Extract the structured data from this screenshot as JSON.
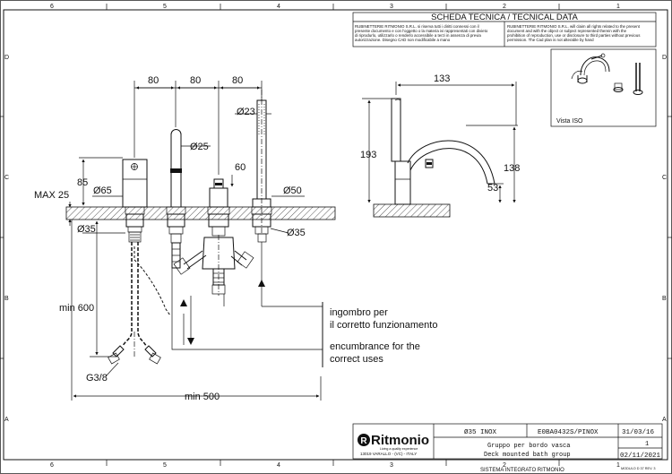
{
  "zones": {
    "top": [
      "6",
      "5",
      "4",
      "3",
      "2",
      "1"
    ],
    "bottom": [
      "6",
      "5",
      "4",
      "3",
      "2",
      "1"
    ],
    "left": [
      "D",
      "C",
      "B",
      "A"
    ],
    "right": [
      "D",
      "C",
      "B",
      "A"
    ]
  },
  "sheet_header": {
    "title": "SCHEDA TECNICA / TECNICAL DATA",
    "note_it_lines": [
      "RUBINETTERIE RITMONIO S.R.L. si riserva tutti i diritti connessi con il",
      "presente documento e con l'oggetto o la materia ivi rappresentati con divieto",
      "di riprodurlo, utilizzarlo o renderlo accessibile a terzi in assenza di previa",
      "autorizzazione. Disegno CAD non modificabile a mano"
    ],
    "note_en_lines": [
      "RUBINETTERIE RITMONIO S.R.L. will claim all rights related to the present",
      "document and with the object or subject represented therein with the",
      "prohibition of reproduction, use or disclosure to third parties without previous",
      "permission. The Cad plan is not alterable by hand"
    ]
  },
  "iso_view": {
    "label": "Vista ISO"
  },
  "dimensions": {
    "d80a": "80",
    "d80b": "80",
    "d80c": "80",
    "d23": "Ø23",
    "d25": "Ø25",
    "d85": "85",
    "max25": "MAX 25",
    "d65": "Ø65",
    "d60": "60",
    "d50": "Ø50",
    "d35_left": "Ø35",
    "d35_right": "Ø35",
    "min600": "min 600",
    "g38": "G3/8",
    "min500": "min 500",
    "d133": "133",
    "d193": "193",
    "d138": "138",
    "d53": "53"
  },
  "callout": {
    "it_line1": "ingombro per",
    "it_line2": "il corretto funzionamento",
    "en_line1": "encumbrance for the",
    "en_line2": "correct uses"
  },
  "title_block": {
    "brand": "Ritmonio",
    "brand_tag": "Living a quality experience",
    "address": "13019 VARALLO - (VC) - ITALY",
    "finish": "Ø35 INOX",
    "code": "E0BA0432S/PINOX",
    "date_top": "31/03/16",
    "desc_it": "Gruppo per bordo vasca",
    "desc_en": "Deck mounted bath group",
    "sheet_no": "1",
    "date_bottom": "02/11/2021",
    "footer": "SISTEMA INTEGRATO RITMONIO",
    "module": "MODULO D 37 REV. 3"
  },
  "colors": {
    "line": "#111111",
    "paper": "#ffffff"
  }
}
